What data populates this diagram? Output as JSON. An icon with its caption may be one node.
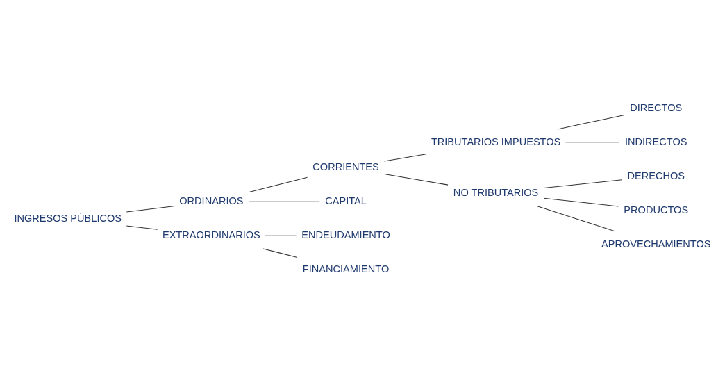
{
  "diagram": {
    "nodes": [
      {
        "text": [
          "INGRESOS PÚBLICOS"
        ]
      },
      {
        "text": [
          "ORDINARIOS"
        ]
      },
      {
        "text": [
          "CORRIENTES"
        ]
      },
      {
        "text": [
          "TRIBUTARIOS IMPUESTOS"
        ]
      },
      {
        "text": [
          "DIRECTOS"
        ]
      },
      {
        "text": [
          "INDIRECTOS"
        ]
      },
      {
        "text": [
          "NO TRIBUTARIOS"
        ]
      },
      {
        "text": [
          "DERECHOS"
        ]
      },
      {
        "text": [
          "PRODUCTOS"
        ]
      },
      {
        "text": [
          "APROVECHAMIENTOS"
        ]
      },
      {
        "text": [
          "CAPITAL"
        ]
      },
      {
        "text": [
          "EXTRAORDINARIOS"
        ]
      },
      {
        "text": [
          "ENDEUDAMIENTO"
        ]
      },
      {
        "text": [
          "FINANCIAMIENTO"
        ]
      }
    ],
    "edges": [
      {
        "from": 0,
        "to": 1,
        "arrow": "none"
      },
      {
        "from": 0,
        "to": 11,
        "arrow": "none"
      },
      {
        "from": 1,
        "to": 2,
        "arrow": "none"
      },
      {
        "from": 1,
        "to": 10,
        "arrow": "none"
      },
      {
        "from": 2,
        "to": 3,
        "arrow": "none"
      },
      {
        "from": 2,
        "to": 6,
        "arrow": "none"
      },
      {
        "from": 3,
        "to": 4,
        "arrow": "none"
      },
      {
        "from": 3,
        "to": 5,
        "arrow": "none"
      },
      {
        "from": 6,
        "to": 7,
        "arrow": "none"
      },
      {
        "from": 6,
        "to": 8,
        "arrow": "none"
      },
      {
        "from": 6,
        "to": 9,
        "arrow": "none"
      },
      {
        "from": 11,
        "to": 12,
        "arrow": "none"
      },
      {
        "from": 11,
        "to": 13,
        "arrow": "none"
      }
    ]
  }
}
